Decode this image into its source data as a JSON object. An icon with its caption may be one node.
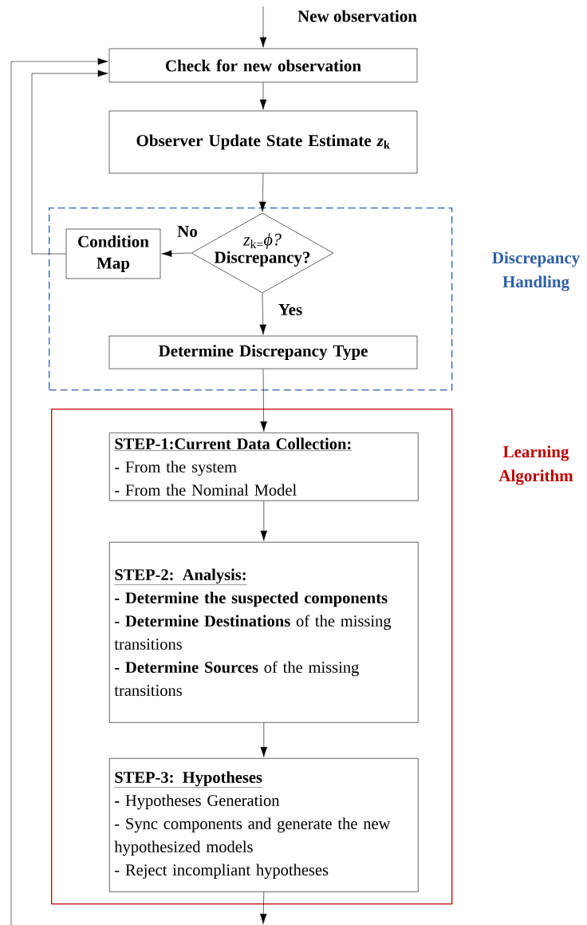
{
  "diagram": {
    "nodes": [
      {
        "text": [
          "Check for new observation"
        ]
      },
      {
        "text": [
          "Observer Update State Estimate *z*$_{k}$"
        ]
      },
      {
        "text": [
          "Discrepancy Handling"
        ]
      },
      {
        "text": [
          "*z*$_{k=}$*ϕ?*",
          "Discrepancy?"
        ],
        "in": 2
      },
      {
        "text": [
          "Condition Map"
        ],
        "in": 2
      },
      {
        "text": [
          "Determine Discrepancy Type"
        ],
        "in": 2
      },
      {
        "text": [
          "Learning Algorithm"
        ]
      },
      {
        "text": [
          "STEP-1:Current Data Collection:",
          "- From the system",
          "- From the Nominal Model"
        ],
        "in": 6
      },
      {
        "text": [
          "STEP-2: Analysis:",
          "**- Determine the suspected components**",
          "**- Determine Destinations** of the missing transitions",
          "**- Determine Sources** of the missing transitions"
        ],
        "in": 6
      },
      {
        "text": [
          "STEP-3: Hypotheses",
          "**-** Hypotheses Generation",
          "- Sync components and generate the new hypothesized models",
          "- Reject incompliant hypotheses"
        ],
        "in": 6
      }
    ],
    "edges": [
      {
        "from": null,
        "to": 0,
        "arrow": "to",
        "label": "New observation"
      },
      {
        "from": 0,
        "to": 1,
        "arrow": "to"
      },
      {
        "from": 1,
        "to": 3,
        "arrow": "to"
      },
      {
        "from": 3,
        "to": 4,
        "arrow": "to",
        "label": "No"
      },
      {
        "from": 3,
        "to": 5,
        "arrow": "to",
        "label": "Yes"
      },
      {
        "from": 4,
        "to": 0,
        "arrow": "to"
      },
      {
        "from": 5,
        "to": 7,
        "arrow": "to"
      },
      {
        "from": 7,
        "to": 8,
        "arrow": "to"
      },
      {
        "from": 8,
        "to": 9,
        "arrow": "to"
      },
      {
        "from": 9,
        "to": null,
        "arrow": "to"
      },
      {
        "from": null,
        "to": 0,
        "arrow": "to"
      }
    ]
  }
}
